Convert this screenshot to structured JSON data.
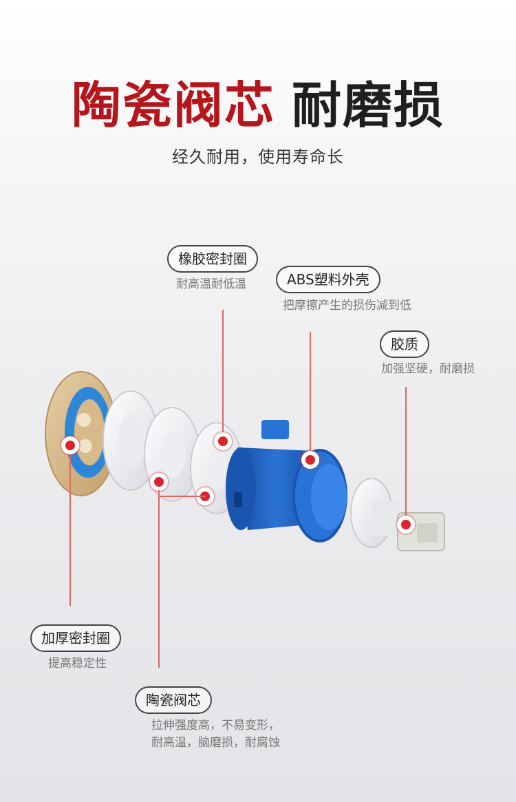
{
  "header": {
    "title_red": "陶瓷阀芯",
    "title_dark": "耐磨损",
    "subtitle": "经久耐用，使用寿命长"
  },
  "callouts": {
    "rubber_seal": {
      "label": "橡胶密封圈",
      "desc": "耐高温耐低温"
    },
    "abs_shell": {
      "label": "ABS塑料外壳",
      "desc": "把摩擦产生的损伤减到低"
    },
    "rubber": {
      "label": "胶质",
      "desc": "加强坚硬，耐磨损"
    },
    "thick_seal": {
      "label": "加厚密封圈",
      "desc": "提高稳定性"
    },
    "ceramic_core": {
      "label": "陶瓷阀芯",
      "desc_line1": "拉伸强度高，不易变形，",
      "desc_line2": "耐高温，脑磨损，耐腐蚀"
    }
  },
  "colors": {
    "accent_red": "#b5161b",
    "marker_red": "#d8242a",
    "line_red": "#d9685d",
    "shell_blue": "#1f63c8",
    "seal_blue": "#2f86d6",
    "base_tan": "#d8b98a"
  }
}
